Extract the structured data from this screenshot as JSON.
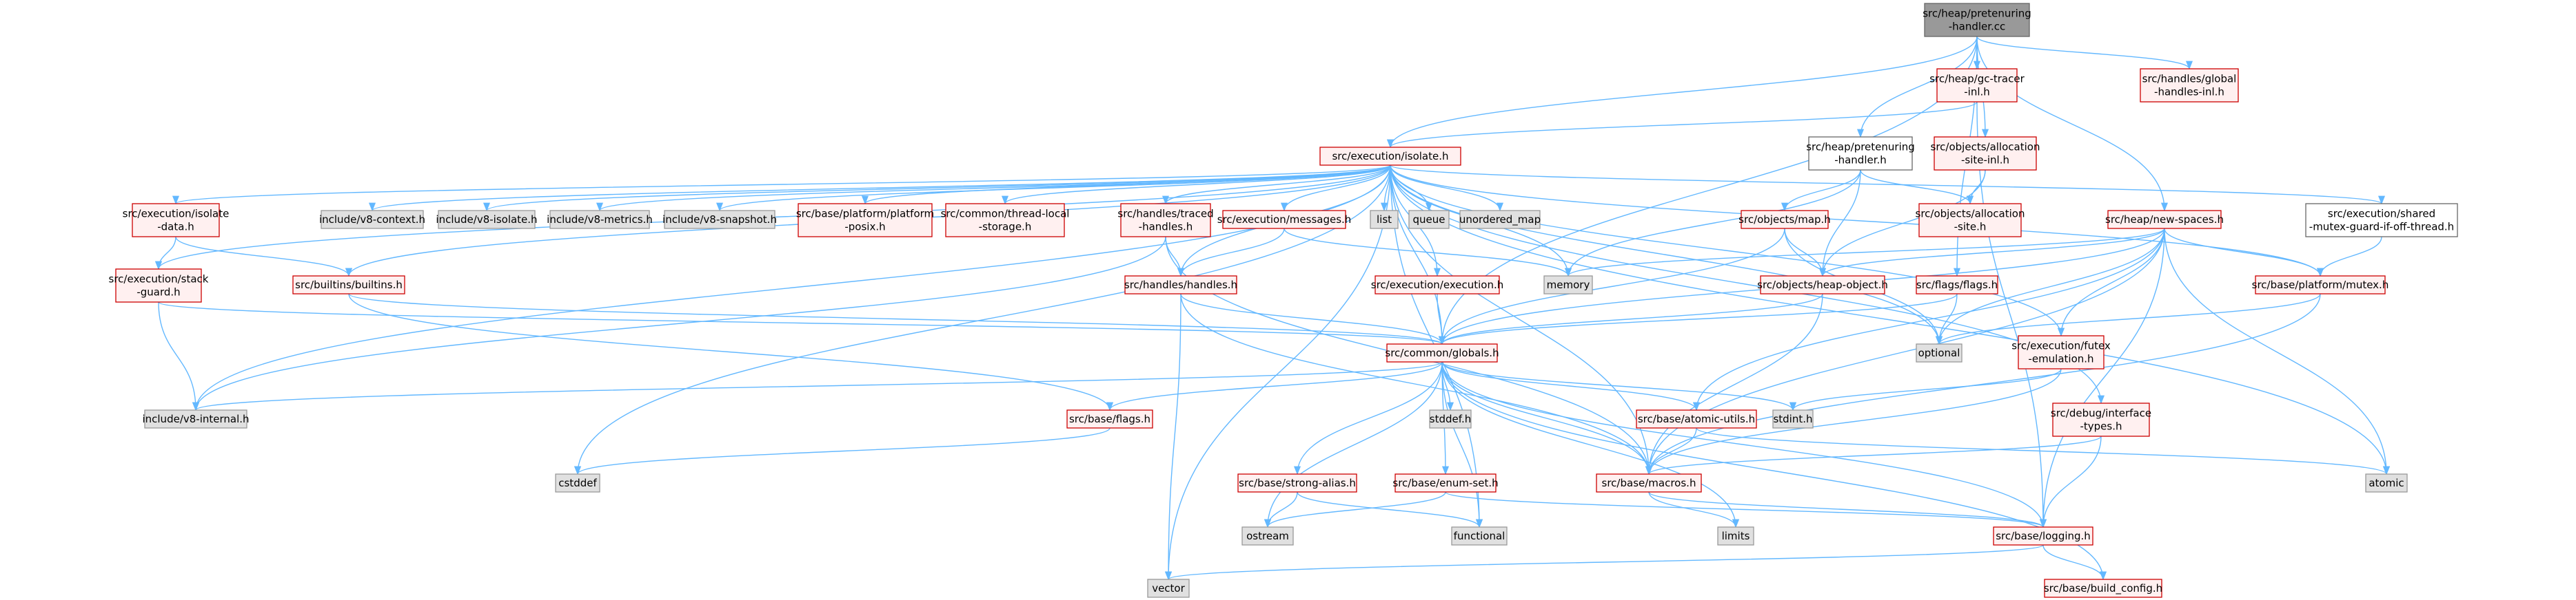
{
  "colors": {
    "edge": "#63b8ff",
    "root_fill": "#999999",
    "root_border": "#666666",
    "file_fill": "#fff0f0",
    "file_border": "#cc0000",
    "ext_fill": "#e0e0e0",
    "ext_border": "#999999",
    "plain_fill": "#ffffff",
    "plain_border": "#666666"
  },
  "nodes": {
    "root": {
      "lines": [
        "src/heap/pretenuring",
        "-handler.cc"
      ],
      "kind": "root"
    },
    "gc_tracer_inl": {
      "lines": [
        "src/heap/gc-tracer",
        "-inl.h"
      ],
      "kind": "file"
    },
    "global_handles_inl": {
      "lines": [
        "src/handles/global",
        "-handles-inl.h"
      ],
      "kind": "file"
    },
    "isolate_h": {
      "lines": [
        "src/execution/isolate.h"
      ],
      "kind": "file"
    },
    "pretenuring_h": {
      "lines": [
        "src/heap/pretenuring",
        "-handler.h"
      ],
      "kind": "plain"
    },
    "alloc_site_inl": {
      "lines": [
        "src/objects/allocation",
        "-site-inl.h"
      ],
      "kind": "file"
    },
    "isolate_data": {
      "lines": [
        "src/execution/isolate",
        "-data.h"
      ],
      "kind": "file"
    },
    "v8_context": {
      "lines": [
        "include/v8-context.h"
      ],
      "kind": "ext"
    },
    "v8_isolate": {
      "lines": [
        "include/v8-isolate.h"
      ],
      "kind": "ext"
    },
    "v8_metrics": {
      "lines": [
        "include/v8-metrics.h"
      ],
      "kind": "ext"
    },
    "v8_snapshot": {
      "lines": [
        "include/v8-snapshot.h"
      ],
      "kind": "ext"
    },
    "platform_posix": {
      "lines": [
        "src/base/platform/platform",
        "-posix.h"
      ],
      "kind": "file"
    },
    "thread_local": {
      "lines": [
        "src/common/thread-local",
        "-storage.h"
      ],
      "kind": "file"
    },
    "traced_handles": {
      "lines": [
        "src/handles/traced",
        "-handles.h"
      ],
      "kind": "file"
    },
    "messages": {
      "lines": [
        "src/execution/messages.h"
      ],
      "kind": "file"
    },
    "list": {
      "lines": [
        "list"
      ],
      "kind": "ext"
    },
    "queue": {
      "lines": [
        "queue"
      ],
      "kind": "ext"
    },
    "unordered_map": {
      "lines": [
        "unordered_map"
      ],
      "kind": "ext"
    },
    "objects_map": {
      "lines": [
        "src/objects/map.h"
      ],
      "kind": "file"
    },
    "alloc_site": {
      "lines": [
        "src/objects/allocation",
        "-site.h"
      ],
      "kind": "file"
    },
    "new_spaces": {
      "lines": [
        "src/heap/new-spaces.h"
      ],
      "kind": "file"
    },
    "shared_mutex": {
      "lines": [
        "src/execution/shared",
        "-mutex-guard-if-off-thread.h"
      ],
      "kind": "plain"
    },
    "stack_guard": {
      "lines": [
        "src/execution/stack",
        "-guard.h"
      ],
      "kind": "file"
    },
    "builtins": {
      "lines": [
        "src/builtins/builtins.h"
      ],
      "kind": "file"
    },
    "handles_h": {
      "lines": [
        "src/handles/handles.h"
      ],
      "kind": "file"
    },
    "memory": {
      "lines": [
        "memory"
      ],
      "kind": "ext"
    },
    "execution_h": {
      "lines": [
        "src/execution/execution.h"
      ],
      "kind": "file"
    },
    "heap_object": {
      "lines": [
        "src/objects/heap-object.h"
      ],
      "kind": "file"
    },
    "flags_flags": {
      "lines": [
        "src/flags/flags.h"
      ],
      "kind": "file"
    },
    "platform_mutex": {
      "lines": [
        "src/base/platform/mutex.h"
      ],
      "kind": "file"
    },
    "globals": {
      "lines": [
        "src/common/globals.h"
      ],
      "kind": "file"
    },
    "optional": {
      "lines": [
        "optional"
      ],
      "kind": "ext"
    },
    "futex": {
      "lines": [
        "src/execution/futex",
        "-emulation.h"
      ],
      "kind": "file"
    },
    "v8_internal": {
      "lines": [
        "include/v8-internal.h"
      ],
      "kind": "ext"
    },
    "base_flags": {
      "lines": [
        "src/base/flags.h"
      ],
      "kind": "file"
    },
    "stddef": {
      "lines": [
        "stddef.h"
      ],
      "kind": "ext"
    },
    "stdint": {
      "lines": [
        "stdint.h"
      ],
      "kind": "ext"
    },
    "atomic_utils": {
      "lines": [
        "src/base/atomic-utils.h"
      ],
      "kind": "file"
    },
    "debug_iface": {
      "lines": [
        "src/debug/interface",
        "-types.h"
      ],
      "kind": "file"
    },
    "cstddef": {
      "lines": [
        "cstddef"
      ],
      "kind": "ext"
    },
    "strong_alias": {
      "lines": [
        "src/base/strong-alias.h"
      ],
      "kind": "file"
    },
    "enum_set": {
      "lines": [
        "src/base/enum-set.h"
      ],
      "kind": "file"
    },
    "macros": {
      "lines": [
        "src/base/macros.h"
      ],
      "kind": "file"
    },
    "atomic": {
      "lines": [
        "atomic"
      ],
      "kind": "ext"
    },
    "ostream": {
      "lines": [
        "ostream"
      ],
      "kind": "ext"
    },
    "functional": {
      "lines": [
        "functional"
      ],
      "kind": "ext"
    },
    "limits": {
      "lines": [
        "limits"
      ],
      "kind": "ext"
    },
    "logging": {
      "lines": [
        "src/base/logging.h"
      ],
      "kind": "file"
    },
    "vector": {
      "lines": [
        "vector"
      ],
      "kind": "ext"
    },
    "build_config": {
      "lines": [
        "src/base/build_config.h"
      ],
      "kind": "file"
    }
  },
  "edges": [
    [
      "root",
      "gc_tracer_inl"
    ],
    [
      "root",
      "global_handles_inl"
    ],
    [
      "root",
      "isolate_h"
    ],
    [
      "root",
      "pretenuring_h"
    ],
    [
      "root",
      "alloc_site_inl"
    ],
    [
      "root",
      "new_spaces"
    ],
    [
      "root",
      "flags_flags"
    ],
    [
      "root",
      "globals"
    ],
    [
      "gc_tracer_inl",
      "isolate_h"
    ],
    [
      "gc_tracer_inl",
      "logging"
    ],
    [
      "isolate_h",
      "isolate_data"
    ],
    [
      "isolate_h",
      "v8_context"
    ],
    [
      "isolate_h",
      "v8_isolate"
    ],
    [
      "isolate_h",
      "v8_metrics"
    ],
    [
      "isolate_h",
      "v8_snapshot"
    ],
    [
      "isolate_h",
      "platform_posix"
    ],
    [
      "isolate_h",
      "thread_local"
    ],
    [
      "isolate_h",
      "traced_handles"
    ],
    [
      "isolate_h",
      "messages"
    ],
    [
      "isolate_h",
      "list"
    ],
    [
      "isolate_h",
      "queue"
    ],
    [
      "isolate_h",
      "unordered_map"
    ],
    [
      "isolate_h",
      "stack_guard"
    ],
    [
      "isolate_h",
      "builtins"
    ],
    [
      "isolate_h",
      "handles_h"
    ],
    [
      "isolate_h",
      "memory"
    ],
    [
      "isolate_h",
      "execution_h"
    ],
    [
      "isolate_h",
      "globals"
    ],
    [
      "isolate_h",
      "optional"
    ],
    [
      "isolate_h",
      "shared_mutex"
    ],
    [
      "isolate_h",
      "platform_mutex"
    ],
    [
      "isolate_h",
      "futex"
    ],
    [
      "isolate_h",
      "v8_internal"
    ],
    [
      "isolate_h",
      "debug_iface"
    ],
    [
      "isolate_h",
      "macros"
    ],
    [
      "isolate_h",
      "atomic"
    ],
    [
      "isolate_h",
      "cstddef"
    ],
    [
      "isolate_h",
      "functional"
    ],
    [
      "isolate_h",
      "vector"
    ],
    [
      "pretenuring_h",
      "objects_map"
    ],
    [
      "pretenuring_h",
      "alloc_site"
    ],
    [
      "pretenuring_h",
      "heap_object"
    ],
    [
      "pretenuring_h",
      "memory"
    ],
    [
      "alloc_site_inl",
      "alloc_site"
    ],
    [
      "alloc_site_inl",
      "heap_object"
    ],
    [
      "isolate_data",
      "stack_guard"
    ],
    [
      "isolate_data",
      "builtins"
    ],
    [
      "traced_handles",
      "handles_h"
    ],
    [
      "traced_handles",
      "v8_internal"
    ],
    [
      "traced_handles",
      "macros"
    ],
    [
      "messages",
      "handles_h"
    ],
    [
      "messages",
      "memory"
    ],
    [
      "objects_map",
      "heap_object"
    ],
    [
      "objects_map",
      "globals"
    ],
    [
      "objects_map",
      "optional"
    ],
    [
      "new_spaces",
      "platform_mutex"
    ],
    [
      "new_spaces",
      "memory"
    ],
    [
      "new_spaces",
      "optional"
    ],
    [
      "new_spaces",
      "globals"
    ],
    [
      "new_spaces",
      "heap_object"
    ],
    [
      "new_spaces",
      "macros"
    ],
    [
      "new_spaces",
      "logging"
    ],
    [
      "new_spaces",
      "atomic"
    ],
    [
      "new_spaces",
      "atomic_utils"
    ],
    [
      "new_spaces",
      "futex"
    ],
    [
      "shared_mutex",
      "platform_mutex"
    ],
    [
      "stack_guard",
      "globals"
    ],
    [
      "stack_guard",
      "v8_internal"
    ],
    [
      "builtins",
      "globals"
    ],
    [
      "builtins",
      "base_flags"
    ],
    [
      "handles_h",
      "globals"
    ],
    [
      "handles_h",
      "vector"
    ],
    [
      "handles_h",
      "macros"
    ],
    [
      "execution_h",
      "globals"
    ],
    [
      "heap_object",
      "globals"
    ],
    [
      "heap_object",
      "macros"
    ],
    [
      "flags_flags",
      "globals"
    ],
    [
      "flags_flags",
      "optional"
    ],
    [
      "platform_mutex",
      "optional"
    ],
    [
      "platform_mutex",
      "macros"
    ],
    [
      "futex",
      "stdint"
    ],
    [
      "futex",
      "macros"
    ],
    [
      "globals",
      "v8_internal"
    ],
    [
      "globals",
      "base_flags"
    ],
    [
      "globals",
      "stddef"
    ],
    [
      "globals",
      "stdint"
    ],
    [
      "globals",
      "atomic_utils"
    ],
    [
      "globals",
      "strong_alias"
    ],
    [
      "globals",
      "enum_set"
    ],
    [
      "globals",
      "macros"
    ],
    [
      "globals",
      "ostream"
    ],
    [
      "globals",
      "functional"
    ],
    [
      "globals",
      "limits"
    ],
    [
      "globals",
      "logging"
    ],
    [
      "globals",
      "build_config"
    ],
    [
      "base_flags",
      "cstddef"
    ],
    [
      "atomic_utils",
      "atomic"
    ],
    [
      "atomic_utils",
      "macros"
    ],
    [
      "debug_iface",
      "macros"
    ],
    [
      "debug_iface",
      "logging"
    ],
    [
      "strong_alias",
      "ostream"
    ],
    [
      "strong_alias",
      "functional"
    ],
    [
      "enum_set",
      "ostream"
    ],
    [
      "enum_set",
      "logging"
    ],
    [
      "macros",
      "limits"
    ],
    [
      "macros",
      "logging"
    ],
    [
      "logging",
      "build_config"
    ],
    [
      "logging",
      "vector"
    ]
  ]
}
